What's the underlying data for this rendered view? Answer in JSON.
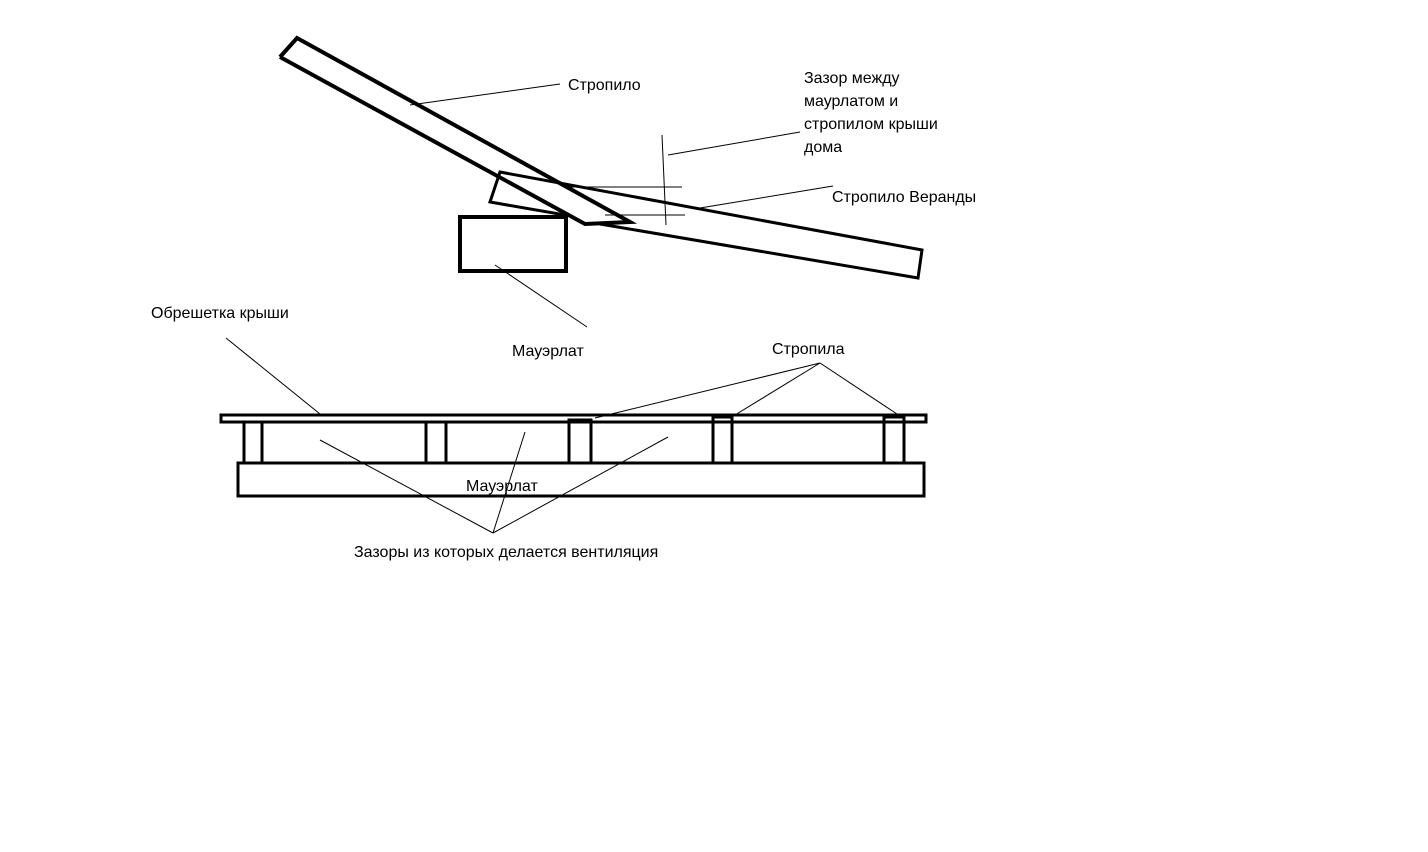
{
  "labels": {
    "rafter": "Стропило",
    "gap_title_lines": [
      "Зазор между",
      "маурлатом и",
      "стропилом крыши",
      "дома"
    ],
    "veranda_rafter": "Стропило Веранды",
    "lathing": "Обрешетка крыши",
    "mauerlat_top": "Мауэрлат",
    "rafters": "Стропила",
    "mauerlat_bottom": "Мауэрлат",
    "gaps": "Зазоры из которых делается вентиляция"
  },
  "colors": {
    "stroke": "#000000",
    "background": "#ffffff"
  }
}
